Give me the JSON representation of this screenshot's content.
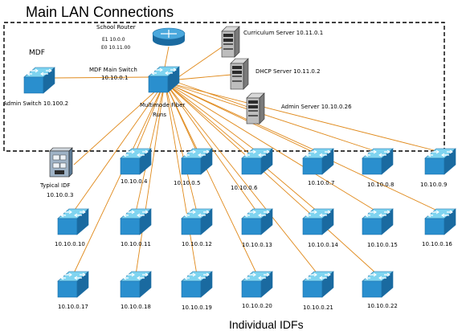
{
  "title": "Main LAN Connections",
  "footer": "Individual IDFs",
  "mdf_label": "MDF",
  "router": {
    "label": "School Router",
    "if1": "E1 10.0.0",
    "if2": "E0 10.11.00"
  },
  "main_switch": {
    "label": "MDF Main Switch",
    "ip": "10.10.0.1"
  },
  "admin_switch": {
    "label": "Admin Switch 10.100.2"
  },
  "fiber_label": {
    "line1": "Multimode Fiber",
    "line2": "Runs"
  },
  "servers": [
    {
      "label": "Curriculum Server 10.11.0.1"
    },
    {
      "label": "DHCP Server 10.11.0.2"
    },
    {
      "label": "Admin Server 10.10.0.26"
    }
  ],
  "typical_idf": {
    "label": "Typical IDF",
    "ip": "10.10.0.3"
  },
  "idfs": [
    {
      "ip": "10.10.0.4"
    },
    {
      "ip": "10.10.0.5"
    },
    {
      "ip": "10.10.0.6"
    },
    {
      "ip": "10.10.0.7"
    },
    {
      "ip": "10.10.0.8"
    },
    {
      "ip": "10.10.0.9"
    },
    {
      "ip": "10.10.0.10"
    },
    {
      "ip": "10.10.0.11"
    },
    {
      "ip": "10.10.0.12"
    },
    {
      "ip": "10.10.0.13"
    },
    {
      "ip": "10.10.0.14"
    },
    {
      "ip": "10.10.0.15"
    },
    {
      "ip": "10.10.0.16"
    },
    {
      "ip": "10.10.0.17"
    },
    {
      "ip": "10.10.0.18"
    },
    {
      "ip": "10.10.0.19"
    },
    {
      "ip": "10.10.0.20"
    },
    {
      "ip": "10.10.0.21"
    },
    {
      "ip": "10.10.0.22"
    }
  ],
  "colors": {
    "link": "#e08a1c",
    "switch_top": "#66ccee",
    "switch_side": "#1e88c8",
    "router": "#2a86c6"
  },
  "icons": {
    "switch": "switch-icon",
    "router": "router-icon",
    "server": "server-tower-icon",
    "idf": "idf-building-icon"
  }
}
